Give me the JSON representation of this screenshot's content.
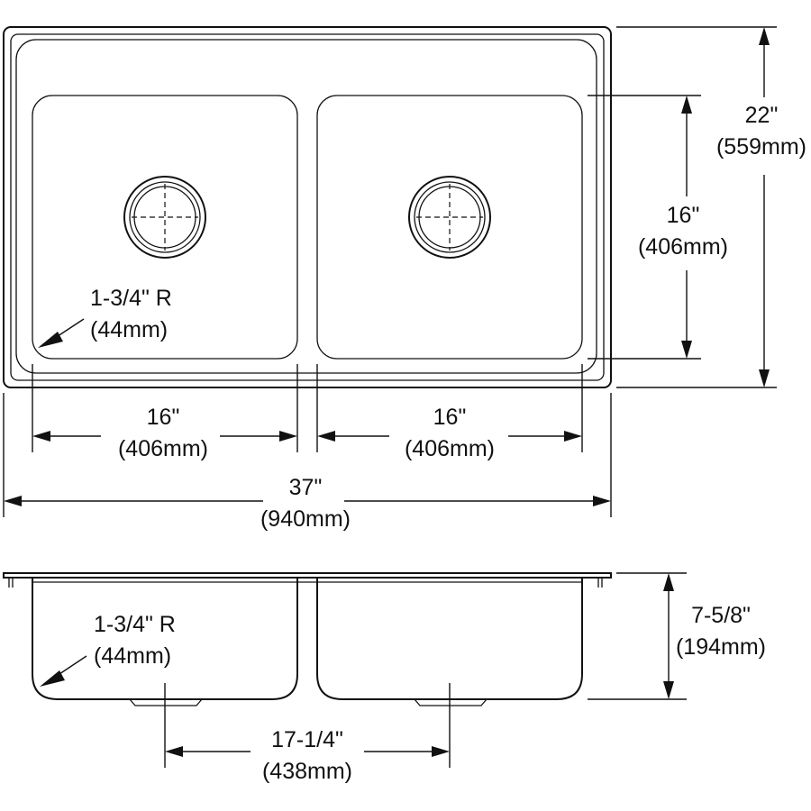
{
  "top_view": {
    "overall_width": {
      "imperial": "37\"",
      "metric": "(940mm)"
    },
    "overall_depth": {
      "imperial": "22\"",
      "metric": "(559mm)"
    },
    "bowl_depth": {
      "imperial": "16\"",
      "metric": "(406mm)"
    },
    "left_bowl_width": {
      "imperial": "16\"",
      "metric": "(406mm)"
    },
    "right_bowl_width": {
      "imperial": "16\"",
      "metric": "(406mm)"
    },
    "corner_radius": {
      "imperial": "1-3/4\" R",
      "metric": "(44mm)"
    }
  },
  "side_view": {
    "bowl_height": {
      "imperial": "7-5/8\"",
      "metric": "(194mm)"
    },
    "drain_spacing": {
      "imperial": "17-1/4\"",
      "metric": "(438mm)"
    },
    "corner_radius": {
      "imperial": "1-3/4\" R",
      "metric": "(44mm)"
    }
  }
}
